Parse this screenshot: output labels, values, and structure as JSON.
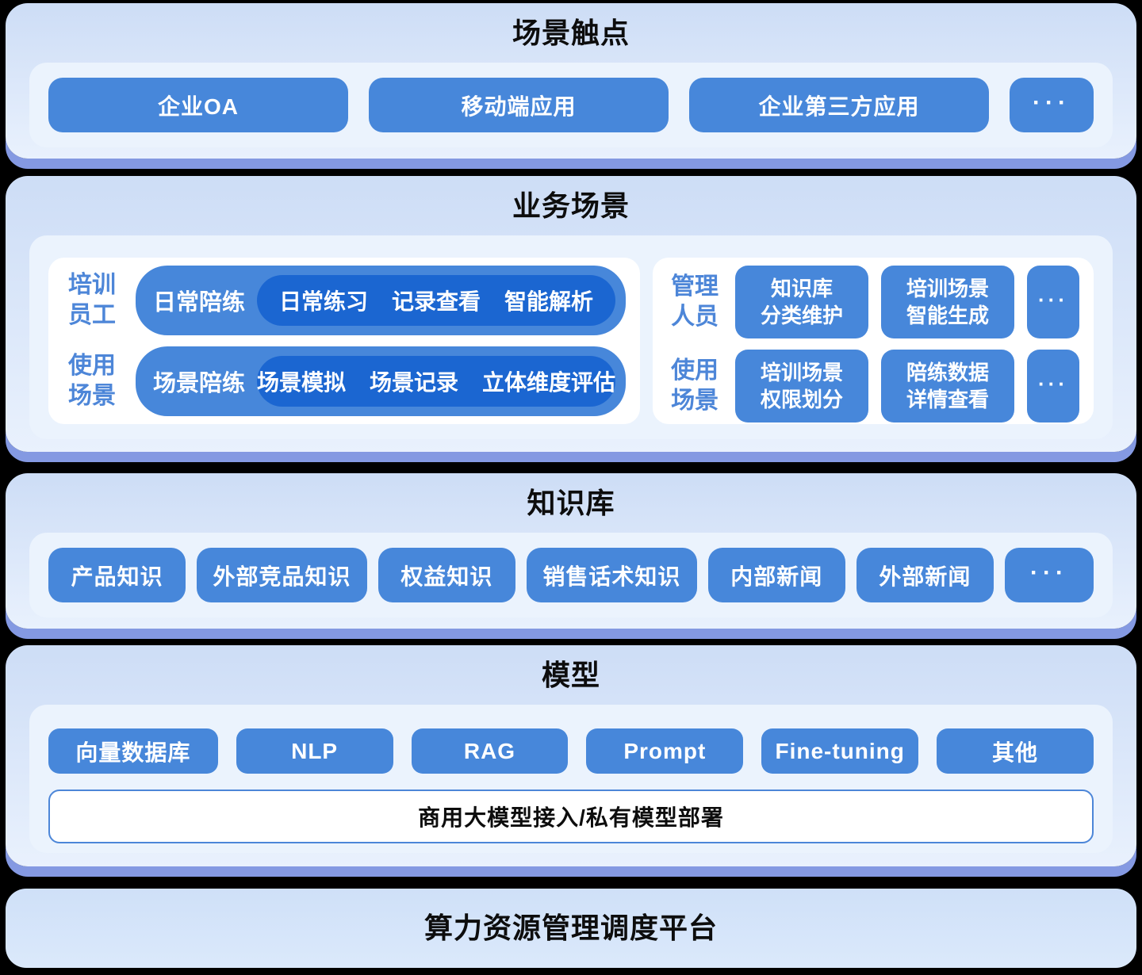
{
  "ui": {
    "more": "···"
  },
  "colors": {
    "background": "#000000",
    "band_face_top": "#cdddf6",
    "band_face_bottom": "#e9f1fd",
    "band_side": "#8499e2",
    "inner_panel": "#ebf3fd",
    "card": "#ffffff",
    "chip_blue": "#4787da",
    "deep_pill_blue": "#1b66d1",
    "label_blue": "#4d86d8",
    "bar_border_blue": "#4c86d8",
    "title_text": "#0d0d0d",
    "chip_text": "#ffffff"
  },
  "touchpoints": {
    "title": "场景触点",
    "buttons": [
      "企业OA",
      "移动端应用",
      "企业第三方应用"
    ]
  },
  "business": {
    "title": "业务场景",
    "left": {
      "row1": {
        "label1": "培训",
        "label2": "员工",
        "pill": "日常陪练",
        "items": [
          "日常练习",
          "记录查看",
          "智能解析"
        ]
      },
      "row2": {
        "label1": "使用",
        "label2": "场景",
        "pill": "场景陪练",
        "items": [
          "场景模拟",
          "场景记录",
          "立体维度评估"
        ]
      }
    },
    "right": {
      "row1": {
        "label1": "管理",
        "label2": "人员",
        "buttons": [
          {
            "line1": "知识库",
            "line2": "分类维护"
          },
          {
            "line1": "培训场景",
            "line2": "智能生成"
          }
        ]
      },
      "row2": {
        "label1": "使用",
        "label2": "场景",
        "buttons": [
          {
            "line1": "培训场景",
            "line2": "权限划分"
          },
          {
            "line1": "陪练数据",
            "line2": "详情查看"
          }
        ]
      }
    }
  },
  "knowledge": {
    "title": "知识库",
    "buttons": [
      "产品知识",
      "外部竞品知识",
      "权益知识",
      "销售话术知识",
      "内部新闻",
      "外部新闻"
    ]
  },
  "model": {
    "title": "模型",
    "buttons": [
      "向量数据库",
      "NLP",
      "RAG",
      "Prompt",
      "Fine-tuning",
      "其他"
    ],
    "bar_label": "商用大模型接入/私有模型部署"
  },
  "platform": {
    "title": "算力资源管理调度平台"
  }
}
